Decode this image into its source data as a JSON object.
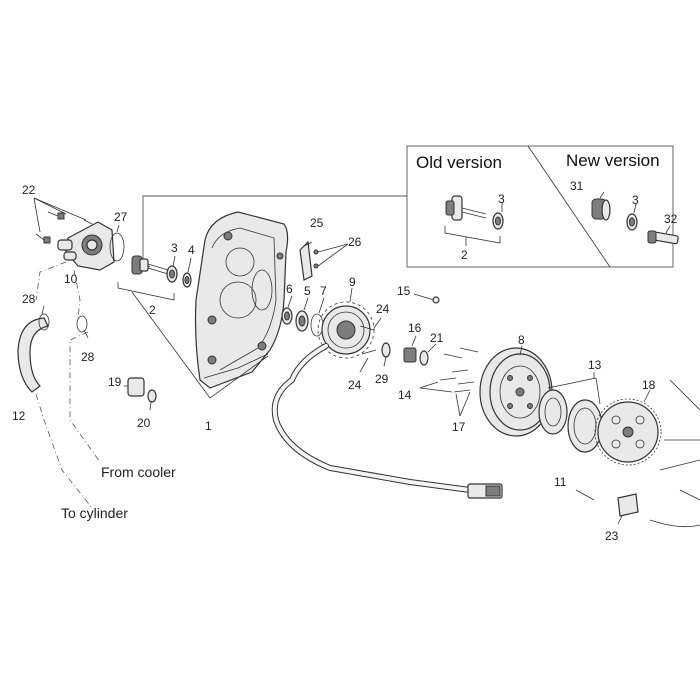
{
  "variants": {
    "old_title": "Old version",
    "new_title": "New version"
  },
  "captions": {
    "from_cooler": "From cooler",
    "to_cylinder": "To cylinder"
  },
  "part_numbers": {
    "p1": "1",
    "p2_main": "2",
    "p2_old": "2",
    "p3_main": "3",
    "p3_old": "3",
    "p3_new": "3",
    "p4": "4",
    "p5": "5",
    "p6": "6",
    "p7": "7",
    "p8": "8",
    "p9": "9",
    "p10": "10",
    "p11": "11",
    "p12": "12",
    "p13": "13",
    "p14": "14",
    "p15": "15",
    "p16": "16",
    "p17": "17",
    "p18": "18",
    "p19": "19",
    "p20": "20",
    "p21": "21",
    "p22": "22",
    "p23": "23",
    "p24_top": "24",
    "p24_bottom": "24",
    "p25": "25",
    "p26": "26",
    "p27": "27",
    "p28_left": "28",
    "p28_right": "28",
    "p29": "29",
    "p31": "31",
    "p32": "32"
  }
}
